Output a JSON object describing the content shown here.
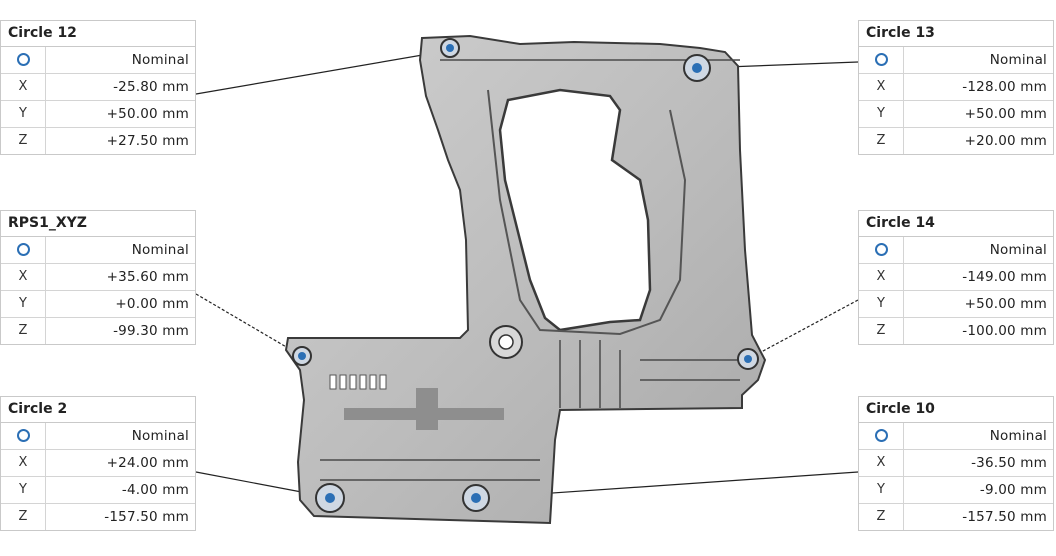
{
  "nominal_label": "Nominal",
  "circle_icon": "circle-feature-icon",
  "accent": "#2b6fb5",
  "panels": [
    {
      "title": "Circle 12",
      "x": "-25.80 mm",
      "y": "+50.00 mm",
      "z": "+27.50 mm"
    },
    {
      "title": "RPS1_XYZ",
      "x": "+35.60 mm",
      "y": "+0.00 mm",
      "z": "-99.30 mm"
    },
    {
      "title": "Circle 2",
      "x": "+24.00 mm",
      "y": "-4.00 mm",
      "z": "-157.50 mm"
    },
    {
      "title": "Circle 13",
      "x": "-128.00 mm",
      "y": "+50.00 mm",
      "z": "+20.00 mm"
    },
    {
      "title": "Circle 14",
      "x": "-149.00 mm",
      "y": "+50.00 mm",
      "z": "-100.00 mm"
    },
    {
      "title": "Circle 10",
      "x": "-36.50 mm",
      "y": "-9.00 mm",
      "z": "-157.50 mm"
    }
  ],
  "axes": {
    "x": "X",
    "y": "Y",
    "z": "Z"
  }
}
